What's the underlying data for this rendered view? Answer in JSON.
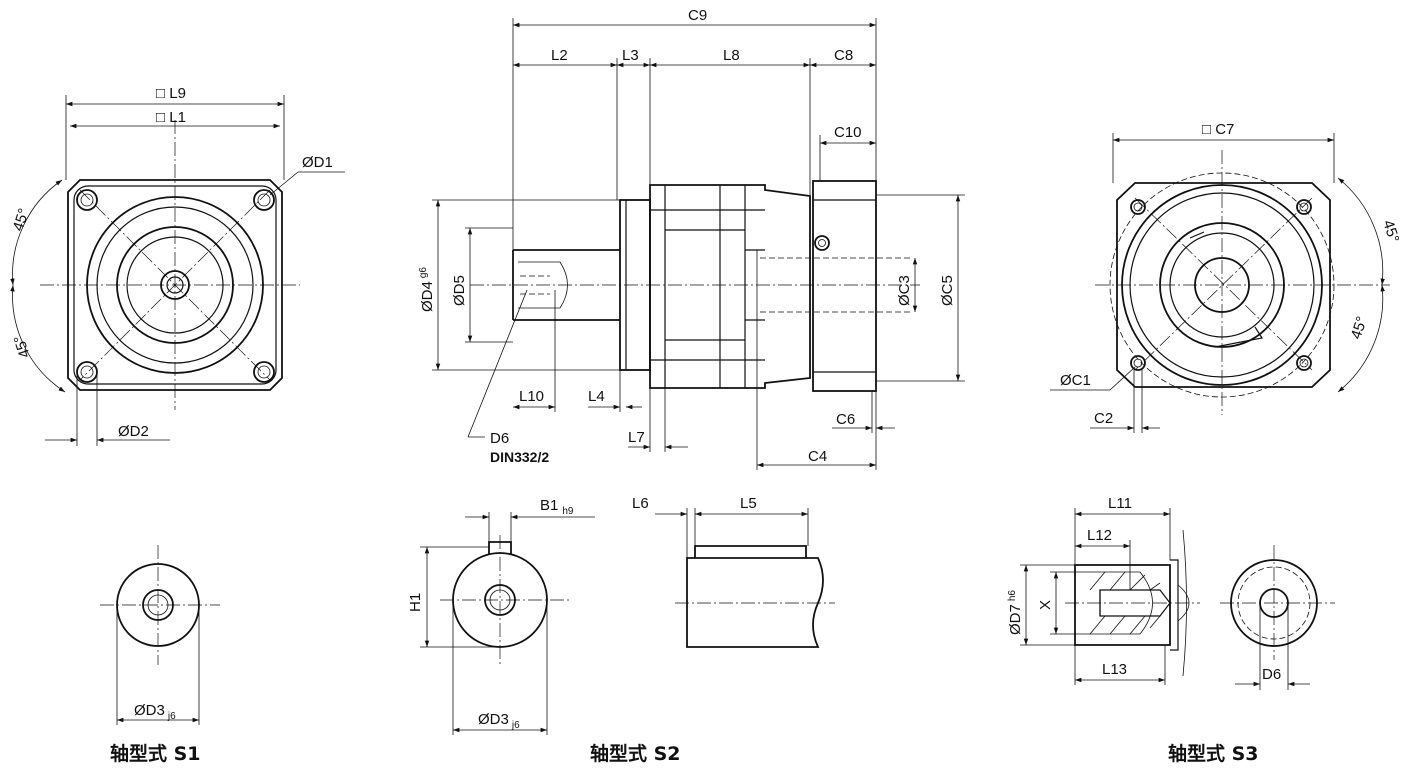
{
  "labels": {
    "sq_l9": "□ L9",
    "sq_l1": "□ L1",
    "d1": "ØD1",
    "d2": "ØD2",
    "angle_45": "45°",
    "c9": "C9",
    "l2": "L2",
    "l3": "L3",
    "l8": "L8",
    "c8": "C8",
    "c10": "C10",
    "d4": "ØD4",
    "d4_tol": "g6",
    "d5": "ØD5",
    "c3": "ØC3",
    "c5": "ØC5",
    "l10": "L10",
    "l4": "L4",
    "l7": "L7",
    "c6": "C6",
    "c4": "C4",
    "d6": "D6",
    "din": "DIN332/2",
    "sq_c7": "□ C7",
    "c1": "ØC1",
    "c2": "C2",
    "d3": "ØD3",
    "d3_tol": "j6",
    "b1": "B1",
    "b1_tol": "h9",
    "h1": "H1",
    "l6": "L6",
    "l5": "L5",
    "l11": "L11",
    "l12": "L12",
    "l13": "L13",
    "d7": "ØD7",
    "d7_tol": "h6",
    "x": "X"
  },
  "captions": {
    "s1": "轴型式 S1",
    "s2": "轴型式  S2",
    "s3": "轴型式 S3"
  }
}
